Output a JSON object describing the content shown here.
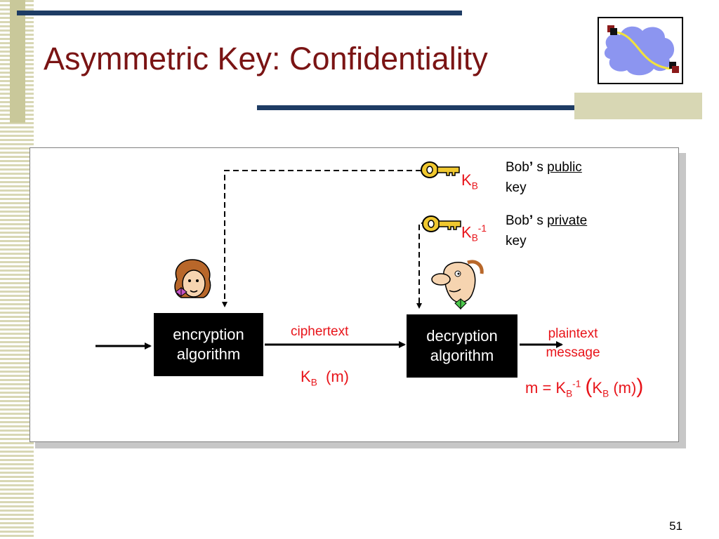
{
  "title": "Asymmetric Key: Confidentiality",
  "public_key": {
    "symbol": "K",
    "subscript": "B",
    "desc_prefix": "Bob",
    "desc_apos": "’",
    "desc_s": "s",
    "desc_word": "public",
    "desc_line2": "key"
  },
  "private_key": {
    "symbol": "K",
    "subscript": "B",
    "superscript": "-1",
    "desc_prefix": "Bob",
    "desc_apos": "’",
    "desc_s": "s",
    "desc_word": "private",
    "desc_line2": "key"
  },
  "encryption_box": {
    "line1": "encryption",
    "line2": "algorithm"
  },
  "decryption_box": {
    "line1": "decryption",
    "line2": "algorithm"
  },
  "ciphertext": {
    "label": "ciphertext",
    "symbol": "K",
    "subscript": "B",
    "arg": "(m)"
  },
  "plaintext": {
    "line1": "plaintext",
    "line2": "message"
  },
  "formula": {
    "lhs": "m = K",
    "sub1": "B",
    "sup1": "-1",
    "paren_open": "(",
    "k2": "K",
    "sub2": "B",
    "arg": "(m)",
    "paren_close": ")"
  },
  "page_number": "51",
  "colors": {
    "title": "#7a1414",
    "accent_red": "#e8141a",
    "navy_bar": "#1e3c64",
    "tan": "#d8d7b4"
  }
}
